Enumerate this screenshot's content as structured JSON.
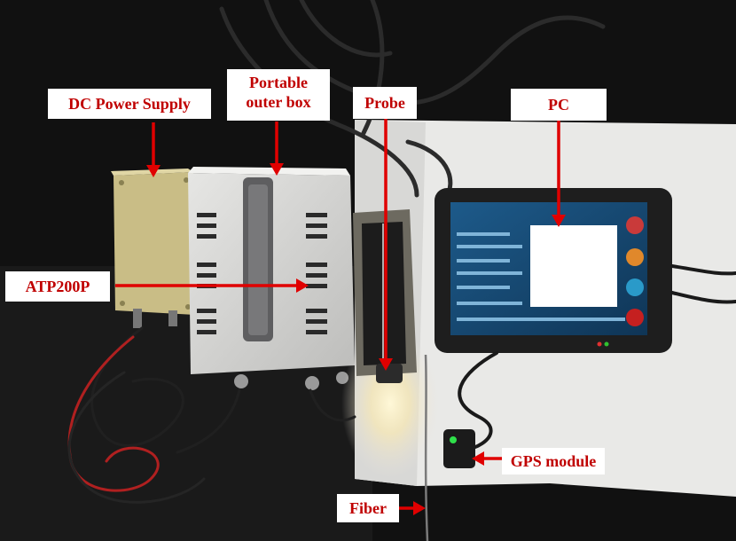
{
  "labels": {
    "dc_power_supply": "DC Power Supply",
    "portable_outer_box": "Portable\nouter box",
    "probe": "Probe",
    "pc": "PC",
    "atp200p": "ATP200P",
    "gps_module": "GPS module",
    "fiber": "Fiber"
  },
  "colors": {
    "label_text": "#c00000",
    "arrow": "#e00000",
    "label_background": "#ffffff",
    "photo_background": "#0d0d0d"
  }
}
